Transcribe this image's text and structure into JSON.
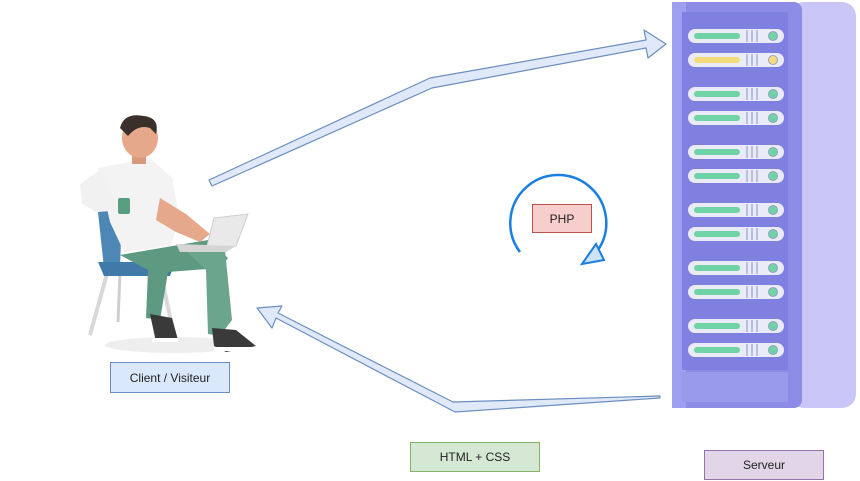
{
  "labels": {
    "client": "Client / Visiteur",
    "server": "Serveur",
    "response": "HTML + CSS",
    "process": "PHP"
  },
  "colors": {
    "client_fill": "#dae8fc",
    "response_fill": "#d5e8d4",
    "server_fill": "#e1d5e7",
    "process_fill": "#f8cecc",
    "arrow_stroke": "#6c8ebf",
    "cycle_stroke": "#1a7fe0",
    "server_body": "#8c8ce6"
  },
  "server_units": {
    "slot_status": [
      "green",
      "yellow",
      "green",
      "green",
      "green",
      "green",
      "green",
      "green",
      "green",
      "green",
      "green",
      "green"
    ]
  },
  "icons": {
    "client": "person-with-laptop-illustration",
    "server": "server-rack-illustration",
    "cycle": "refresh-cycle-arrow"
  }
}
